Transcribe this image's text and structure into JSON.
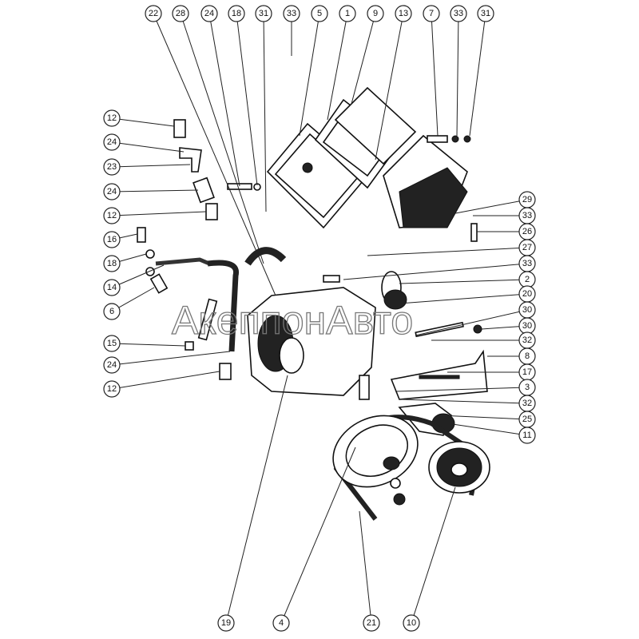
{
  "title": "Exploded parts diagram",
  "watermark": "АкеппонАвто",
  "callouts": {
    "top": [
      "22",
      "28",
      "24",
      "18",
      "31",
      "33",
      "5",
      "1",
      "9",
      "13",
      "7",
      "33",
      "31"
    ],
    "left": [
      "12",
      "24",
      "23",
      "24",
      "12",
      "16",
      "18",
      "14",
      "6",
      "15",
      "24",
      "12"
    ],
    "right": [
      "29",
      "33",
      "26",
      "27",
      "33",
      "2",
      "20",
      "30",
      "30",
      "32",
      "8",
      "17",
      "3",
      "32",
      "25",
      "11"
    ],
    "bottom": [
      "19",
      "4",
      "21",
      "10"
    ]
  }
}
